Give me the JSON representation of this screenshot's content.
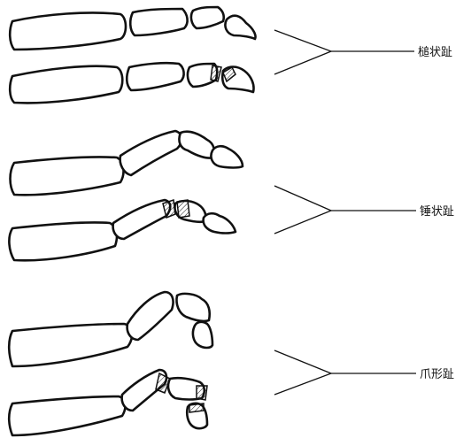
{
  "groups": [
    {
      "label": "槌状趾"
    },
    {
      "label": "锤状趾"
    },
    {
      "label": "爪形趾"
    }
  ]
}
